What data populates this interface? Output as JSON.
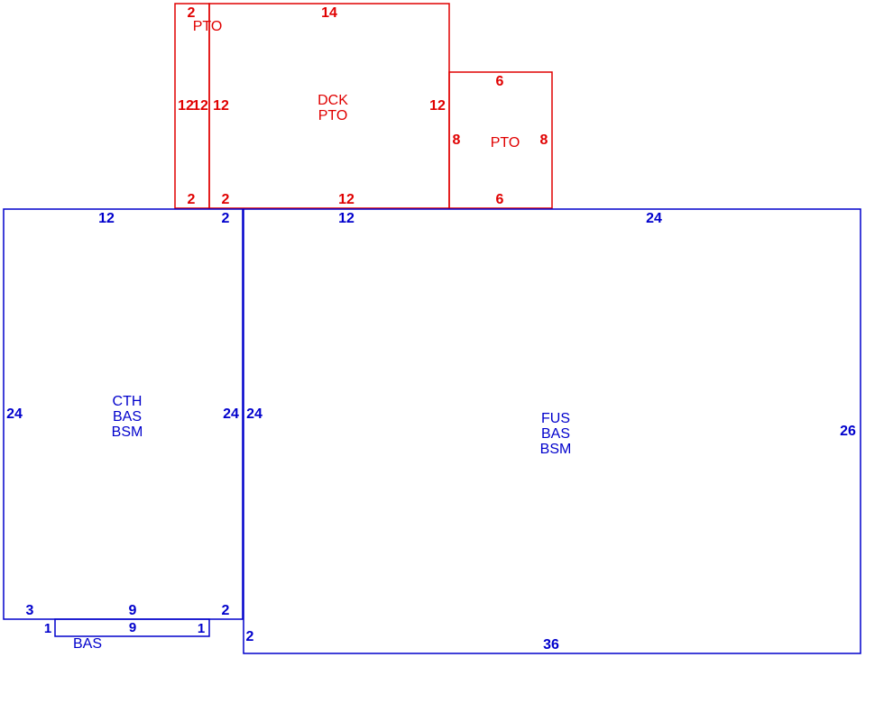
{
  "colors": {
    "upper_level": "#e00000",
    "main_level": "#0000cc"
  },
  "areas": {
    "pto_small": {
      "label": "PTO",
      "dims": {
        "top": "2",
        "side_left": "12",
        "side_right": "12",
        "bottom": "2"
      }
    },
    "dck_pto": {
      "label_line1": "DCK",
      "label_line2": "PTO",
      "dims": {
        "top": "14",
        "left": "12",
        "right": "12",
        "bottom": "12",
        "bottom_left": "2"
      }
    },
    "pto_right": {
      "label": "PTO",
      "dims": {
        "top": "6",
        "left": "8",
        "right": "8",
        "bottom": "6"
      }
    },
    "cth": {
      "label_line1": "CTH",
      "label_line2": "BAS",
      "label_line3": "BSM",
      "dims": {
        "top": "12",
        "top_right": "2",
        "left": "24",
        "right": "24",
        "bottom_left": "3",
        "bottom": "9",
        "bottom_right": "2"
      }
    },
    "fus": {
      "label_line1": "FUS",
      "label_line2": "BAS",
      "label_line3": "BSM",
      "dims": {
        "top_left": "12",
        "top_right": "24",
        "left": "24",
        "right": "26",
        "bottom": "36",
        "bottom_left": "2"
      }
    },
    "bas_small": {
      "label": "BAS",
      "dims": {
        "left": "1",
        "top": "9",
        "right": "1"
      }
    }
  }
}
